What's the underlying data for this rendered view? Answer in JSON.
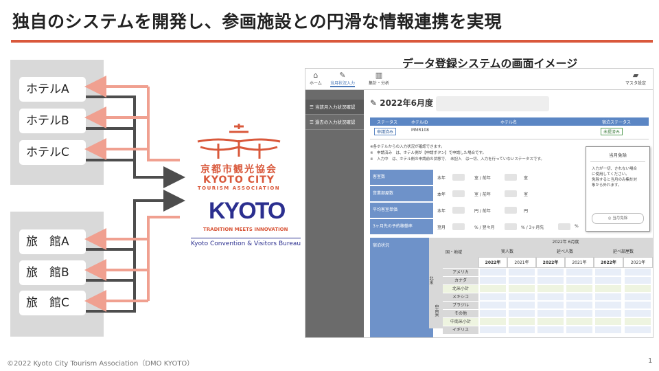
{
  "slide": {
    "title": "独自のシステムを開発し、参画施設との円滑な情報連携を実現",
    "footer": "©2022 Kyoto City Tourism Association（DMO KYOTO）",
    "page_number": "1",
    "accent_color": "#d9583b"
  },
  "hotels": [
    "ホテルA",
    "ホテルB",
    "ホテルC"
  ],
  "ryokans": [
    "旅　館A",
    "旅　館B",
    "旅　館C"
  ],
  "org": {
    "name_jp": "京都市観光協会",
    "name_en": "KYOTO CITY",
    "name_en2": "TOURISM ASSOCIATION",
    "kyoto_word": "KYOTO",
    "tagline": "TRADITION MEETS INNOVATION",
    "bureau": "Kyoto Convention & Visitors Bureau"
  },
  "screen": {
    "caption": "データ登録システムの画面イメージ",
    "topbar": [
      {
        "label": "ホーム",
        "icon": "home-icon"
      },
      {
        "label": "当月状況入力",
        "icon": "pencil-icon"
      },
      {
        "label": "集計・分析",
        "icon": "bar-chart-icon"
      },
      {
        "label": "マスタ設定",
        "icon": "folder-icon"
      }
    ],
    "sidebar": [
      "当該月入力状況確認",
      "過去の入力状況確認"
    ],
    "period": "2022年6月度",
    "status_head": [
      "ステータス",
      "ホテルID",
      "ホテル名",
      "宿泊ステータス"
    ],
    "status_row": {
      "status": "申請済み",
      "hotel_id": "MMR108",
      "stay_status": "未提済み"
    },
    "notes": [
      "※各ホテルからの入力状況が確認できます。",
      "※　申請済み　は、ホテル側が【申請ボタン】で申請した場合です。",
      "※　入力中　は、ホテル側の申請前の状態で、　未記入　は一切、入力を行っていないステータスです。"
    ],
    "popup": {
      "title": "当月免除",
      "body": [
        "入力が一切、されない場合",
        "に使用してください。",
        "免除すると当月のみ集計対",
        "象から外れます。"
      ],
      "button": "当月免除"
    },
    "form_rows": [
      {
        "label": "客室数",
        "texts": [
          "本年",
          "室 / 前年",
          "室"
        ]
      },
      {
        "label": "営業部屋数",
        "texts": [
          "本年",
          "室 / 前年",
          "室"
        ]
      },
      {
        "label": "平均客室単価",
        "texts": [
          "本年",
          "円 / 前年",
          "円"
        ]
      },
      {
        "label": "3ヶ月先の予約稼働率",
        "texts": [
          "翌月",
          "% / 翌々月",
          "% / 3ヶ月先",
          "%"
        ]
      }
    ],
    "section_label": "宿泊状況",
    "grid": {
      "month_header": "2022年 6月度",
      "region_header": "国・地域",
      "groups": [
        "実人数",
        "延べ人数",
        "延べ部屋数"
      ],
      "years": [
        "2022年",
        "2021年"
      ],
      "rows": [
        "アメリカ",
        "カナダ",
        "北米小計",
        "メキシコ",
        "ブラジル",
        "その他",
        "中南米小計",
        "イギリス"
      ],
      "region_groups": [
        "北米",
        "中南米"
      ]
    }
  }
}
